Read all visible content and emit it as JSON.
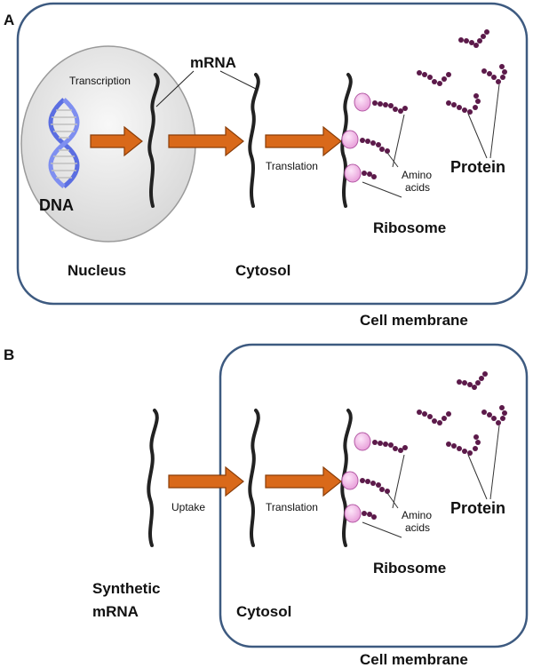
{
  "panelA": {
    "letter": "A",
    "labels": {
      "transcription": "Transcription",
      "mrna": "mRNA",
      "dna": "DNA",
      "translation": "Translation",
      "amino_acids_line1": "Amino",
      "amino_acids_line2": "acids",
      "protein": "Protein",
      "ribosome": "Ribosome",
      "nucleus": "Nucleus",
      "cytosol": "Cytosol",
      "cell_membrane": "Cell membrane"
    }
  },
  "panelB": {
    "letter": "B",
    "labels": {
      "uptake": "Uptake",
      "translation": "Translation",
      "amino_acids_line1": "Amino",
      "amino_acids_line2": "acids",
      "protein": "Protein",
      "ribosome": "Ribosome",
      "synthetic_line1": "Synthetic",
      "synthetic_line2": "mRNA",
      "cytosol": "Cytosol",
      "cell_membrane": "Cell membrane"
    }
  },
  "colors": {
    "membrane": "#3d5a80",
    "arrow": "#d9691a",
    "arrow_stroke": "#8a3d08",
    "dna": "#5b6ee1",
    "nucleus_fill": "#e6e6e6",
    "ribosome": "#f4c0ec",
    "amino_acid": "#5c1a4a",
    "mrna": "#222222"
  }
}
